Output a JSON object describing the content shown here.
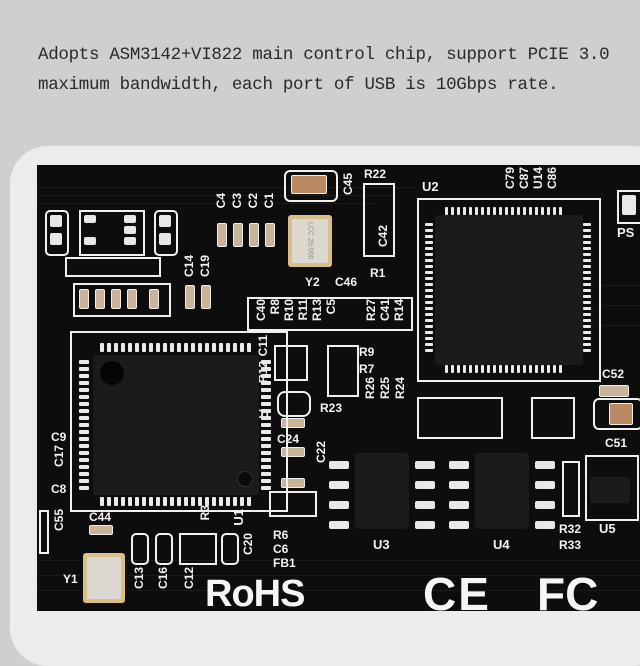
{
  "caption": {
    "line1": "Adopts ASM3142+VI822 main control chip, support PCIE 3.0",
    "line2": "maximum bandwidth, each port of USB is 10Gbps rate."
  },
  "board": {
    "chips": {
      "u1": "U1",
      "u2": "U2",
      "u3": "U3",
      "u4": "U4",
      "u5": "U5"
    },
    "crystals": {
      "y1": "Y1",
      "y2": "Y2",
      "y2_marking": "LCC 25.000"
    },
    "labels": {
      "c4": "C4",
      "c3": "C3",
      "c2": "C2",
      "c1": "C1",
      "c45": "C45",
      "c46": "C46",
      "r22": "R22",
      "c42": "C42",
      "r1": "R1",
      "c14": "C14",
      "c19": "C19",
      "c79": "C79",
      "c87": "C87",
      "u14": "U14",
      "c86": "C86",
      "ps": "PS",
      "c40": "C40",
      "r8": "R8",
      "r10": "R10",
      "r11": "R11",
      "r13": "R13",
      "c5": "C5",
      "r27": "R27",
      "c41": "C41",
      "r14": "R14",
      "c11": "C11",
      "r12": "R12",
      "r9": "R9",
      "r7": "R7",
      "r23": "R23",
      "r26": "R26",
      "r25": "R25",
      "r24": "R24",
      "d1": "D1",
      "c24": "C24",
      "c22": "C22",
      "c52": "C52",
      "c51": "C51",
      "c9": "C9",
      "c17": "C17",
      "c8": "C8",
      "c55": "C55",
      "c44": "C44",
      "r3": "R3",
      "c13": "C13",
      "c16": "C16",
      "c12": "C12",
      "c20": "C20",
      "r6": "R6",
      "c6": "C6",
      "fb1": "FB1",
      "r32": "R32",
      "r33": "R33"
    },
    "certifications": {
      "rohs": "RoHS",
      "ce": "CE",
      "fcc": "FC"
    }
  }
}
